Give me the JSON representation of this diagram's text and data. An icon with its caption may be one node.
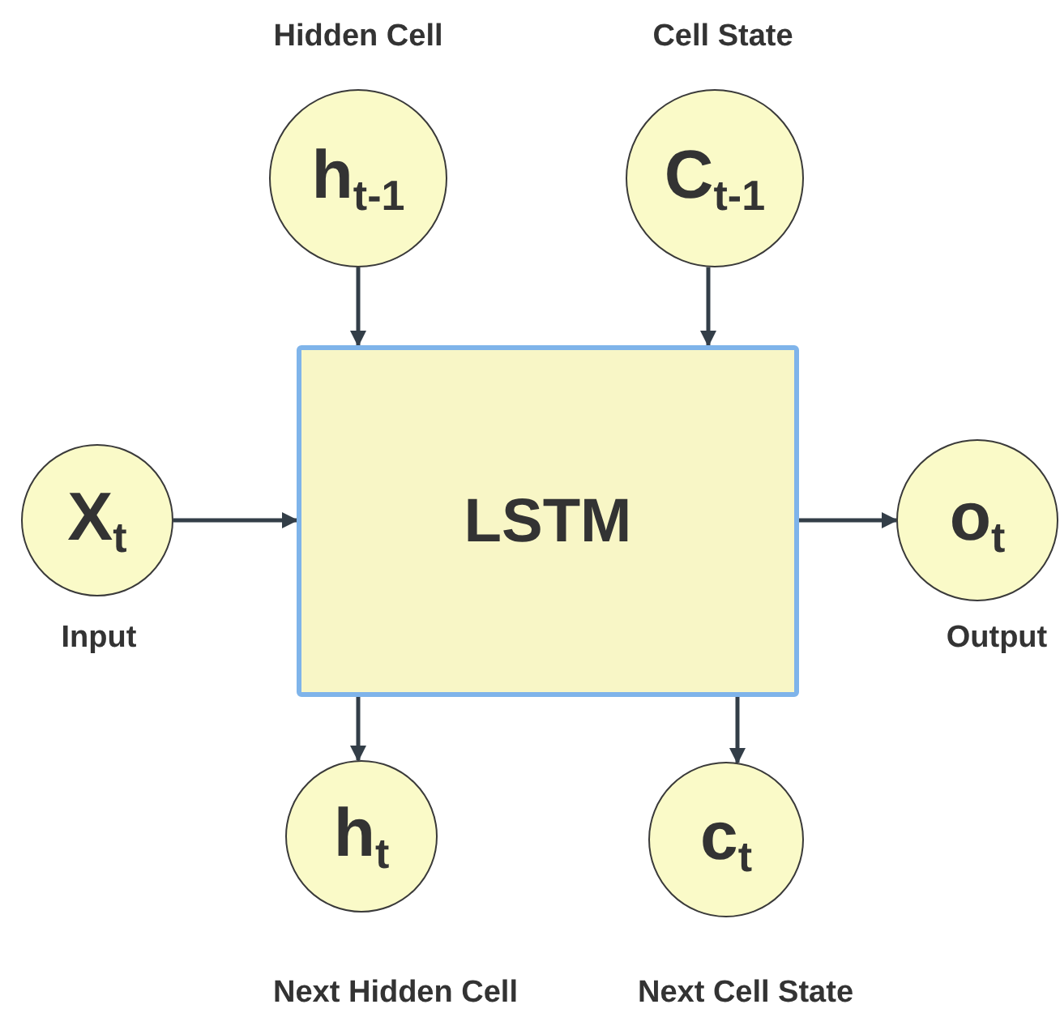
{
  "diagram": {
    "nodes": [
      {
        "text": [
          "h$_{t-1}$"
        ],
        "beside": [
          "Hidden Cell"
        ]
      },
      {
        "text": [
          "C$_{t-1}$"
        ],
        "beside": [
          "Cell State"
        ]
      },
      {
        "text": [
          "X$_{t}$"
        ],
        "beside": [
          "Input"
        ]
      },
      {
        "text": [
          "LSTM"
        ]
      },
      {
        "text": [
          "o$_{t}$"
        ],
        "beside": [
          "Output"
        ]
      },
      {
        "text": [
          "h$_{t}$"
        ],
        "beside": [
          "Next Hidden Cell"
        ]
      },
      {
        "text": [
          "c$_{t}$"
        ],
        "beside": [
          "Next Cell State"
        ]
      }
    ],
    "edges": [
      {
        "from": 0,
        "to": 3,
        "arrow": "to"
      },
      {
        "from": 1,
        "to": 3,
        "arrow": "to"
      },
      {
        "from": 2,
        "to": 3,
        "arrow": "to"
      },
      {
        "from": 3,
        "to": 4,
        "arrow": "to"
      },
      {
        "from": 3,
        "to": 5,
        "arrow": "to"
      },
      {
        "from": 3,
        "to": 6,
        "arrow": "to"
      }
    ]
  }
}
